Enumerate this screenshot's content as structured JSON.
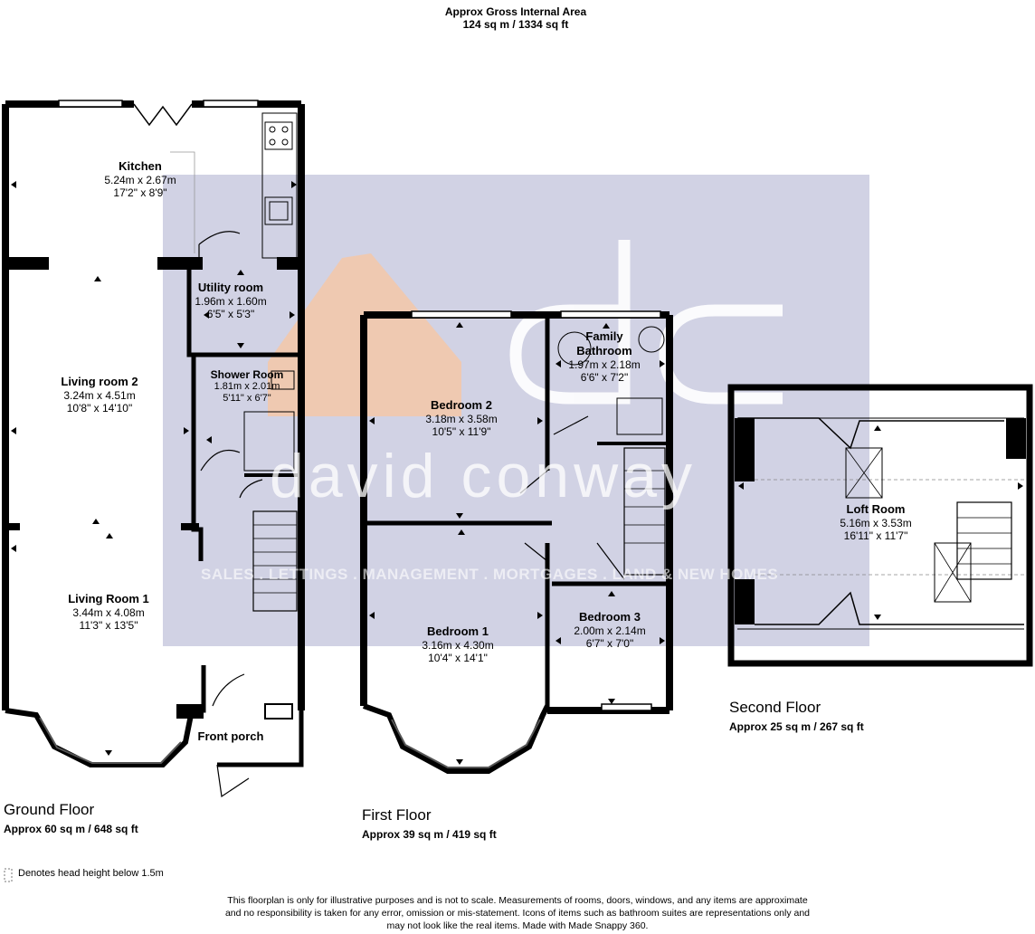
{
  "header": {
    "title": "Approx Gross Internal Area",
    "total": "124 sq m / 1334 sq ft"
  },
  "floors": {
    "ground": {
      "name": "Ground Floor",
      "area": "Approx 60 sq m / 648 sq ft"
    },
    "first": {
      "name": "First Floor",
      "area": "Approx 39 sq m / 419 sq ft"
    },
    "second": {
      "name": "Second Floor",
      "area": "Approx 25 sq m / 267 sq ft"
    }
  },
  "rooms": {
    "kitchen": {
      "name": "Kitchen",
      "metric": "5.24m x 2.67m",
      "imperial": "17'2\" x 8'9\""
    },
    "utility": {
      "name": "Utility room",
      "metric": "1.96m x 1.60m",
      "imperial": "6'5\" x 5'3\""
    },
    "shower": {
      "name": "Shower Room",
      "metric": "1.81m x 2.01m",
      "imperial": "5'11\" x 6'7\""
    },
    "living2": {
      "name": "Living room 2",
      "metric": "3.24m x 4.51m",
      "imperial": "10'8\" x 14'10\""
    },
    "living1": {
      "name": "Living Room 1",
      "metric": "3.44m x 4.08m",
      "imperial": "11'3\" x 13'5\""
    },
    "porch": {
      "name": "Front porch"
    },
    "bedroom2": {
      "name": "Bedroom 2",
      "metric": "3.18m x 3.58m",
      "imperial": "10'5\" x 11'9\""
    },
    "bathroom": {
      "name": "Family Bathroom",
      "metric": "1.97m x 2.18m",
      "imperial": "6'6\" x 7'2\""
    },
    "bedroom1": {
      "name": "Bedroom 1",
      "metric": "3.16m x 4.30m",
      "imperial": "10'4\" x 14'1\""
    },
    "bedroom3": {
      "name": "Bedroom 3",
      "metric": "2.00m x 2.14m",
      "imperial": "6'7\" x 7'0\""
    },
    "loft": {
      "name": "Loft Room",
      "metric": "5.16m x 3.53m",
      "imperial": "16'11\" x 11'7\""
    }
  },
  "watermark": {
    "brand": "david conway",
    "tagline": "SALES . LETTINGS . MANAGEMENT . MORTGAGES . LAND & NEW HOMES",
    "box_color": "#c9cadf",
    "accent_color": "#f5c8a8"
  },
  "legend": {
    "text": "Denotes head height below 1.5m"
  },
  "disclaimer": {
    "line1": "This floorplan is only for illustrative purposes and is not to scale. Measurements of rooms, doors, windows, and any items are approximate",
    "line2": "and no responsibility is taken for any error, omission or mis-statement. Icons of items such as bathroom suites are representations only and",
    "line3": "may not look like the real items. Made with Made Snappy 360."
  }
}
